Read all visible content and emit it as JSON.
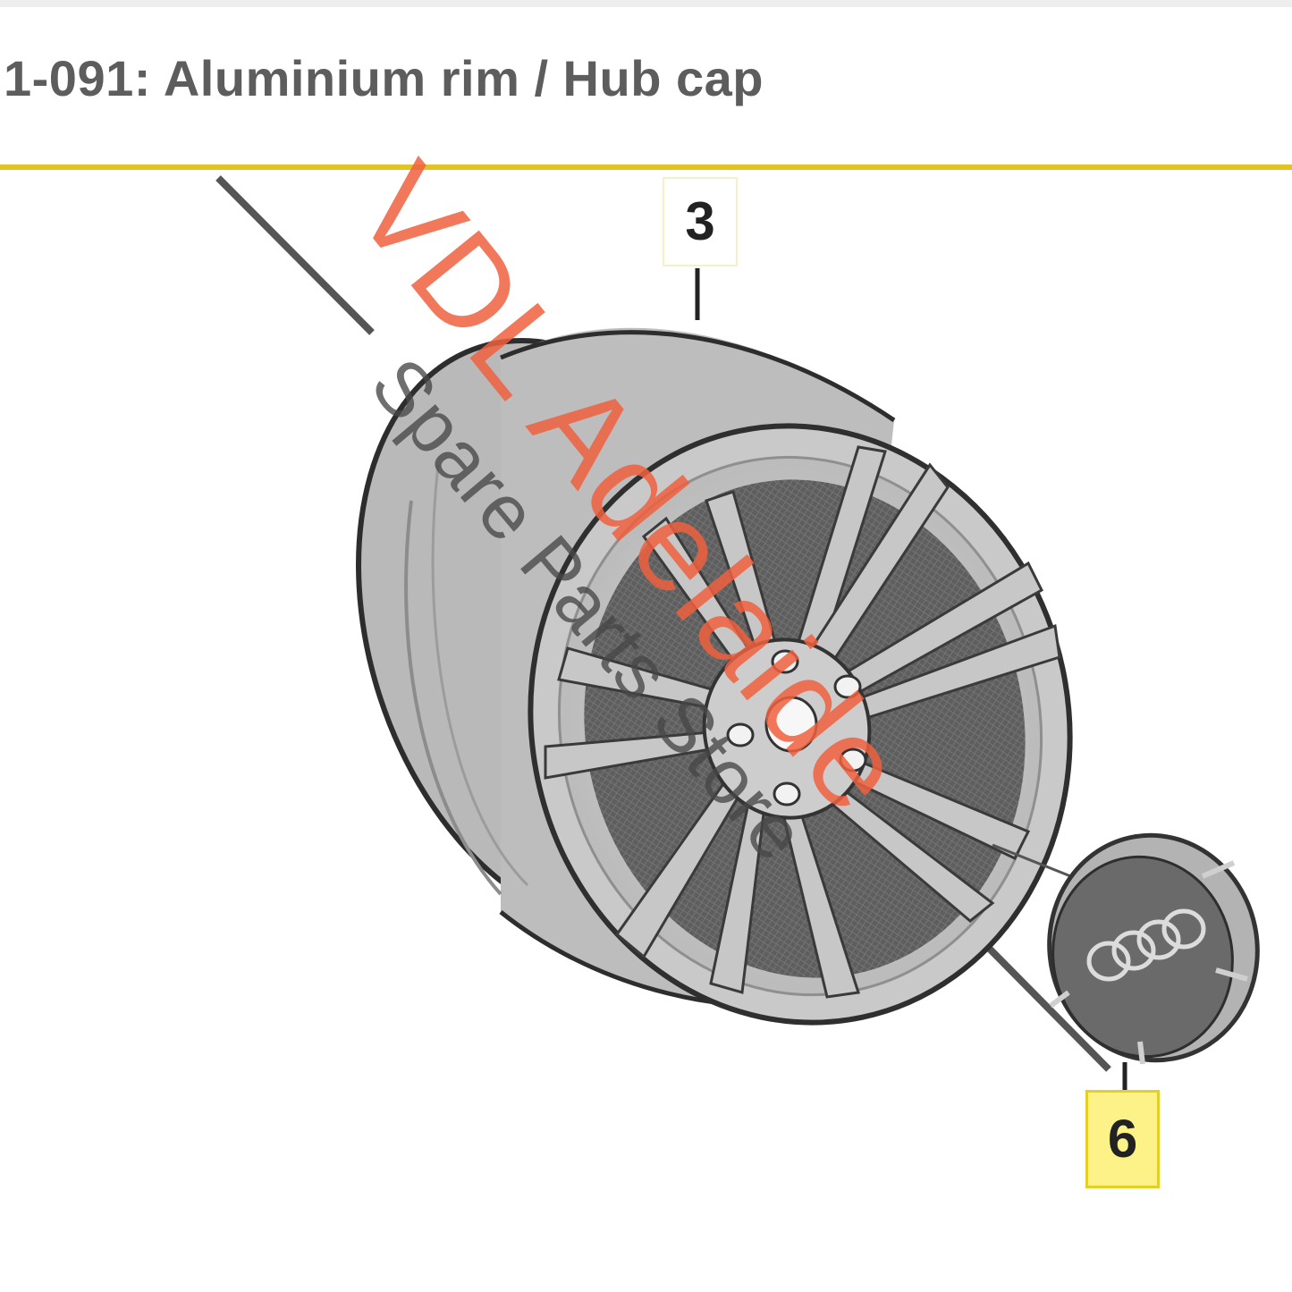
{
  "title": "1-091: Aluminium rim / Hub cap",
  "callouts": [
    {
      "id": "3",
      "label": "3"
    },
    {
      "id": "6",
      "label": "6"
    }
  ],
  "watermark": {
    "line1": "VDL Adelaide",
    "line2": "Spare Parts Store"
  },
  "parts": [
    {
      "callout": "3",
      "icon": "wheel-rim-icon"
    },
    {
      "callout": "6",
      "icon": "hub-cap-icon"
    }
  ],
  "colors": {
    "rule": "#e3c323",
    "callout_6_fill": "#fcf287",
    "watermark_1": "#f0603e",
    "title": "#5d5d5d"
  }
}
